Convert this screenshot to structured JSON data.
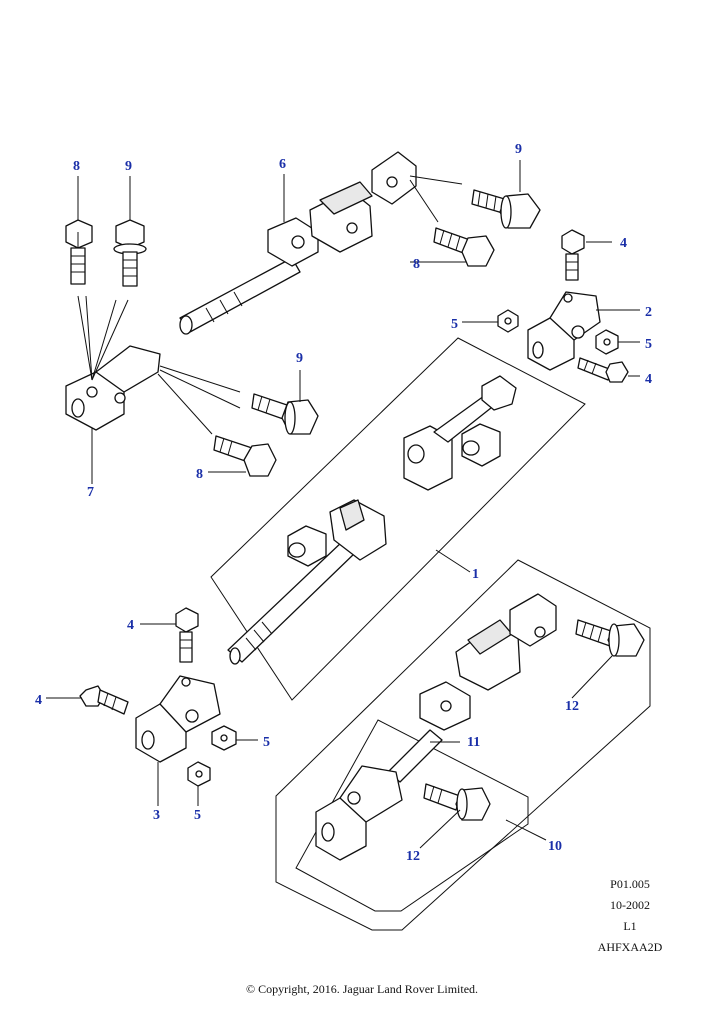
{
  "callouts": {
    "c1": "1",
    "c2": "2",
    "c3": "3",
    "c4a": "4",
    "c4b": "4",
    "c4c": "4",
    "c4d": "4",
    "c5a": "5",
    "c5b": "5",
    "c5c": "5",
    "c5d": "5",
    "c6": "6",
    "c7": "7",
    "c8a": "8",
    "c8b": "8",
    "c8c": "8",
    "c9a": "9",
    "c9b": "9",
    "c9c": "9",
    "c10": "10",
    "c11": "11",
    "c12a": "12",
    "c12b": "12"
  },
  "meta": {
    "ref": "P01.005",
    "date": "10-2002",
    "level": "L1",
    "code": "AHFXAA2D"
  },
  "copyright": "© Copyright, 2016. Jaguar Land Rover Limited.",
  "colors": {
    "callout": "#1a2fa8",
    "ink": "#111111"
  }
}
